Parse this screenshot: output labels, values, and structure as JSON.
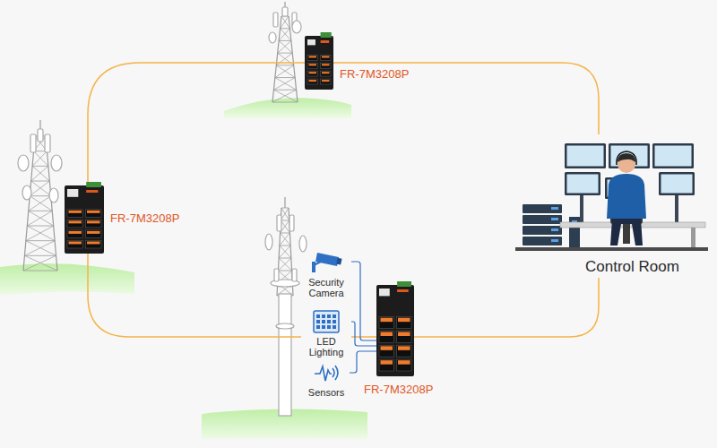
{
  "diagram": {
    "nodes": [
      {
        "text": [
          "FR-7M3208P"
        ]
      },
      {
        "text": [
          "FR-7M3208P"
        ]
      },
      {
        "text": [
          "Security Camera"
        ]
      },
      {
        "text": [
          "LED Lighting"
        ]
      },
      {
        "text": [
          "Sensors"
        ]
      },
      {
        "text": [
          "FR-7M3208P"
        ]
      },
      {
        "text": [
          "Control Room"
        ]
      }
    ],
    "edges": [
      {
        "from": 0,
        "to": 6,
        "arrow": "none"
      },
      {
        "from": 6,
        "to": 5,
        "arrow": "none"
      },
      {
        "from": 5,
        "to": 1,
        "arrow": "none"
      },
      {
        "from": 1,
        "to": 0,
        "arrow": "none"
      },
      {
        "from": 2,
        "to": 5,
        "arrow": "none"
      },
      {
        "from": 3,
        "to": 5,
        "arrow": "none"
      },
      {
        "from": 4,
        "to": 5,
        "arrow": "none"
      }
    ]
  }
}
